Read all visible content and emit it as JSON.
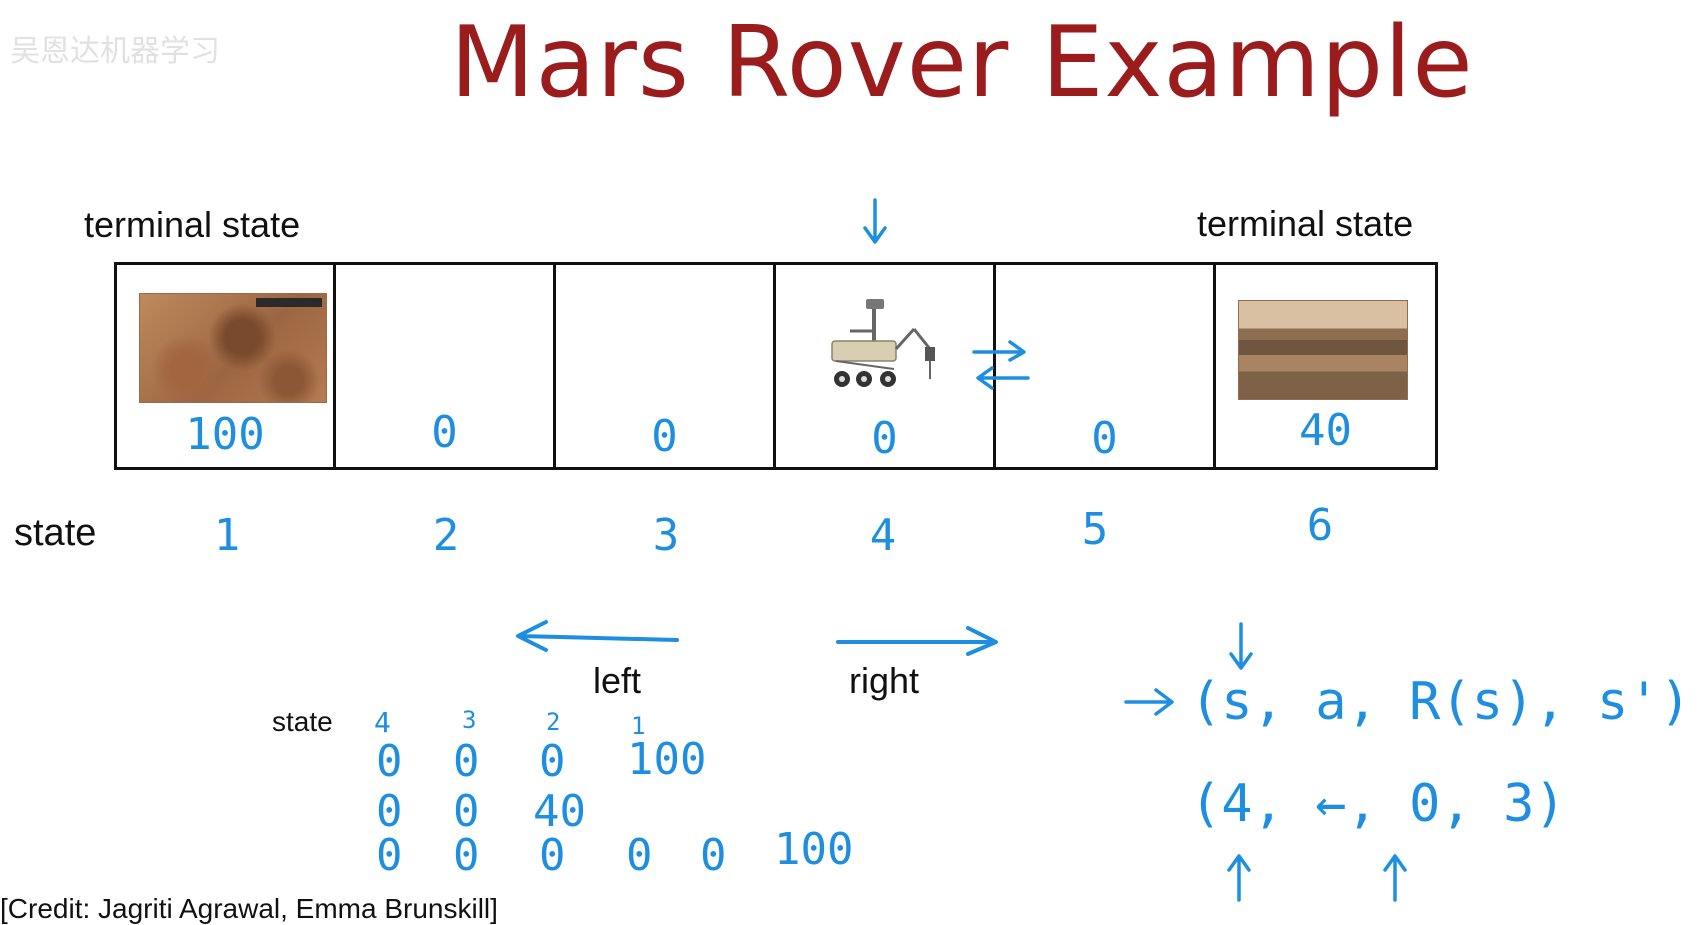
{
  "title": "Mars Rover Example",
  "watermark": "吴恩达机器学习",
  "labels": {
    "terminal_left": "terminal state",
    "terminal_right": "terminal state",
    "state_row": "state",
    "left": "left",
    "right": "right",
    "state_small": "state"
  },
  "grid": {
    "rewards": [
      "100",
      "0",
      "0",
      "0",
      "0",
      "40"
    ],
    "states": [
      "1",
      "2",
      "3",
      "4",
      "5",
      "6"
    ]
  },
  "sequence": {
    "header": [
      "4",
      "3",
      "2",
      "1"
    ],
    "row1": [
      "0",
      "0",
      "0",
      "100"
    ],
    "row2": [
      "0",
      "0",
      "40"
    ],
    "row3": [
      "0",
      "0",
      "0",
      "0",
      "0",
      "100"
    ]
  },
  "tuple": {
    "general": "(s, a, R(s), s')",
    "example": "(4, ←, 0, 3)"
  },
  "credit": "[Credit: Jagriti Agrawal, Emma Brunskill]",
  "colors": {
    "title": "#9b1c1c",
    "ink": "#1e8fe0"
  },
  "icons": [
    "rover-icon",
    "crater-image",
    "cliff-image",
    "down-arrow-icon",
    "left-arrow-icon",
    "right-arrow-icon",
    "up-arrow-icon"
  ]
}
